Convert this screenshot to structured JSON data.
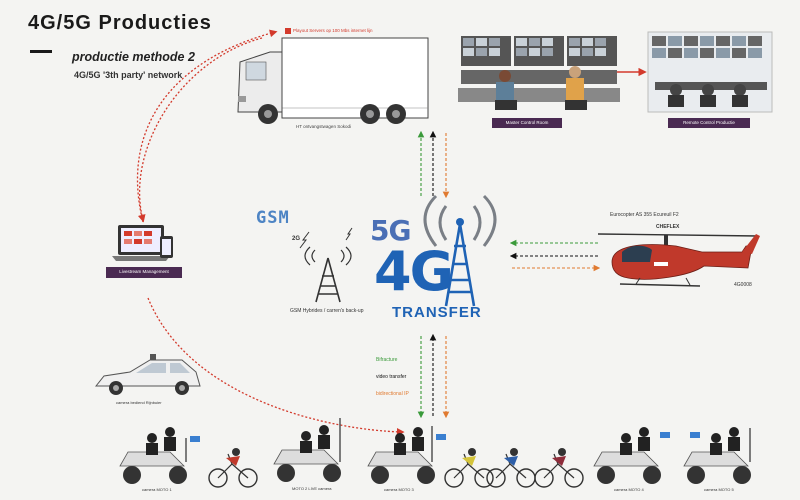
{
  "header": {
    "title": "4G/5G Producties",
    "subtitle": "productie methode 2",
    "network": "4G/5G '3th party' network"
  },
  "truck": {
    "banner": "Playout Servers op 100 Mbs internet lijn",
    "caption": "HT ontvangstwagen Sokodi"
  },
  "master_control": {
    "label": "Master Control Room"
  },
  "remote_control": {
    "label": "Remote Control Productie"
  },
  "laptop": {
    "label": "Livestream Management"
  },
  "gsm": {
    "logo": "GSM",
    "band": "2G",
    "caption": "GSM Hybrides / carren's back-up"
  },
  "transfer_logo": {
    "top": "5G",
    "main": "4G",
    "bottom": "TRANSFER"
  },
  "helicopter": {
    "model": "Eurocopter AS 355 Ecureuil F2",
    "name": "CHEFLEX",
    "reg": "4G0008"
  },
  "legend": {
    "items": [
      {
        "label": "Bifracture",
        "color": "#3a9a3a"
      },
      {
        "label": "video transfer",
        "color": "#111111"
      },
      {
        "label": "bidirectional IP",
        "color": "#e07a30"
      }
    ]
  },
  "car": {
    "caption": "camera bediend Rijnbuier"
  },
  "motos": [
    {
      "caption": "camera MOTO 1"
    },
    {
      "caption": "MOTO 2 LIVE camera"
    },
    {
      "caption": "camera MOTO 3"
    },
    {
      "caption": "camera MOTO 4"
    },
    {
      "caption": "camera MOTO 5"
    }
  ],
  "colors": {
    "accent_blue": "#1f63b5",
    "arrow_red": "#d33a2c",
    "label_purple": "#4a2a52",
    "helicopter_red": "#c0392b"
  }
}
